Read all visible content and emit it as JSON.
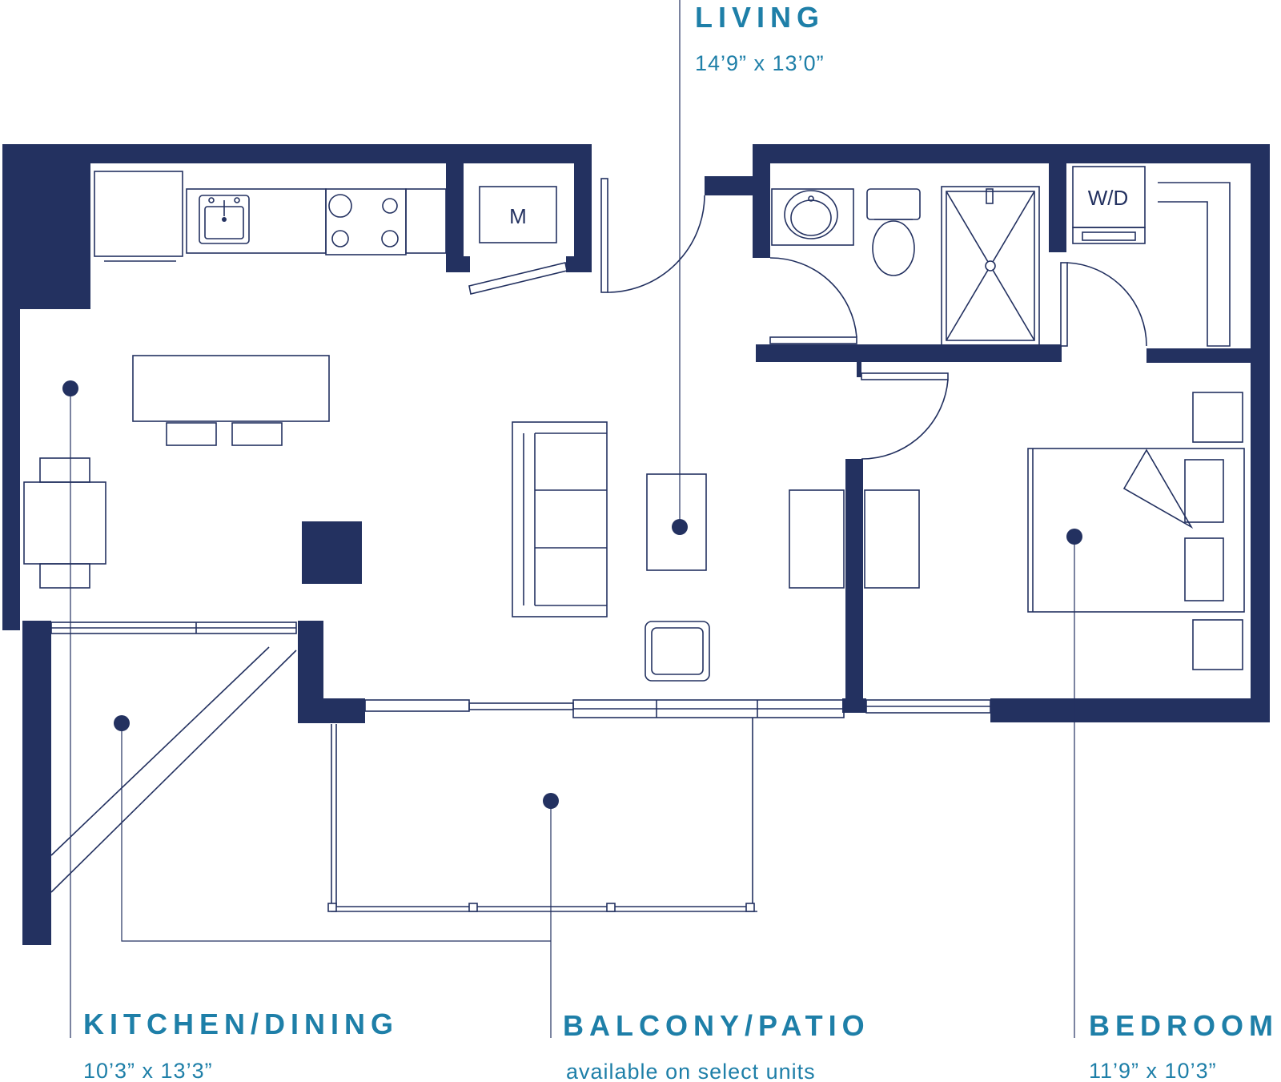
{
  "rooms": {
    "living": {
      "name": "LIVING",
      "size": "14’9” x 13’0”"
    },
    "kitchen_dining": {
      "name": "KITCHEN/DINING",
      "size": "10’3” x 13’3”"
    },
    "balcony_patio": {
      "name": "BALCONY/PATIO",
      "note": "available on select units"
    },
    "bedroom": {
      "name": "BEDROOM",
      "size": "11’9” x 10’3”"
    }
  },
  "fixtures": {
    "microwave": "M",
    "washer_dryer": "W/D"
  },
  "colors": {
    "wall": "#233160",
    "label": "#1e7fa8",
    "background": "#ffffff"
  }
}
